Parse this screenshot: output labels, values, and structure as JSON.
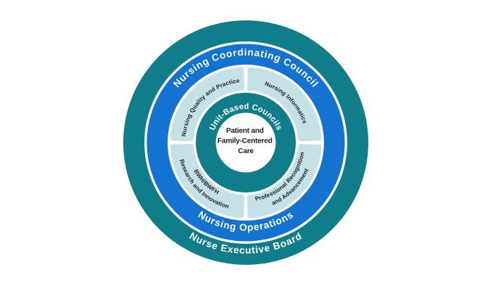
{
  "colors": {
    "background": "#FFFFFF",
    "teal_ring": "#107E8A",
    "blue_ring": "#1473D0",
    "light_cyan_segment": "#C3E1E6",
    "light_label": "#FFFFFF",
    "dark_label": "#1D1D1D"
  },
  "outer_ring": {
    "label": "Nurse Executive Board"
  },
  "blue_ring": {
    "top_label": "Nursing Coordinating Council",
    "bottom_label": "Nursing Operations"
  },
  "council_ring": {
    "top_left": {
      "label": "Nursing Quality and Practice"
    },
    "top_right": {
      "label": "Nursing Informatics"
    },
    "bottom_left": {
      "line1": "BWH/BWFH",
      "line2": "Research and Innovation"
    },
    "bottom_right": {
      "line1": "Professional Recognition",
      "line2": "and Advancement"
    }
  },
  "inner_ring": {
    "label": "Unit-Based Councils"
  },
  "center": {
    "line1": "Patient and",
    "line2": "Family-Centered",
    "line3": "Care"
  }
}
